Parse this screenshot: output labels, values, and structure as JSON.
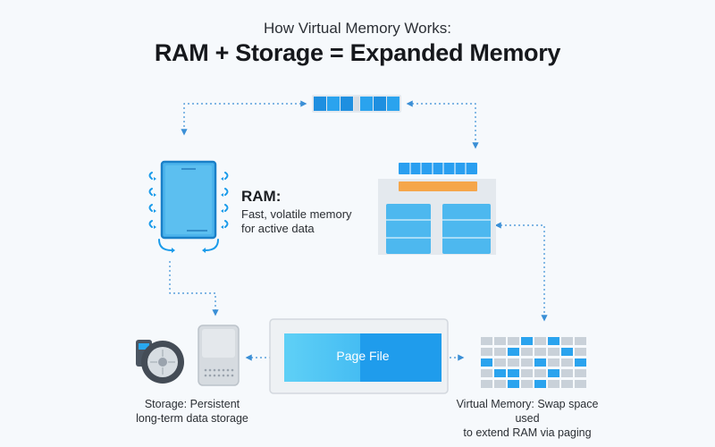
{
  "heading": {
    "subtitle": "How Virtual Memory Works:",
    "title": "RAM + Storage = Expanded Memory"
  },
  "ram": {
    "label": "RAM:",
    "description_line1": "Fast, volatile memory",
    "description_line2": "for active data"
  },
  "storage": {
    "caption_line1": "Storage: Persistent",
    "caption_line2": "long-term data storage"
  },
  "page_file": {
    "label": "Page File"
  },
  "virtual_memory": {
    "caption_line1": "Virtual Memory: Swap space used",
    "caption_line2": "to extend RAM via paging"
  },
  "colors": {
    "accent_blue": "#1a9bea",
    "light_blue": "#5cc4f2",
    "orange": "#f5a64a",
    "arrow": "#3a8fd6"
  }
}
